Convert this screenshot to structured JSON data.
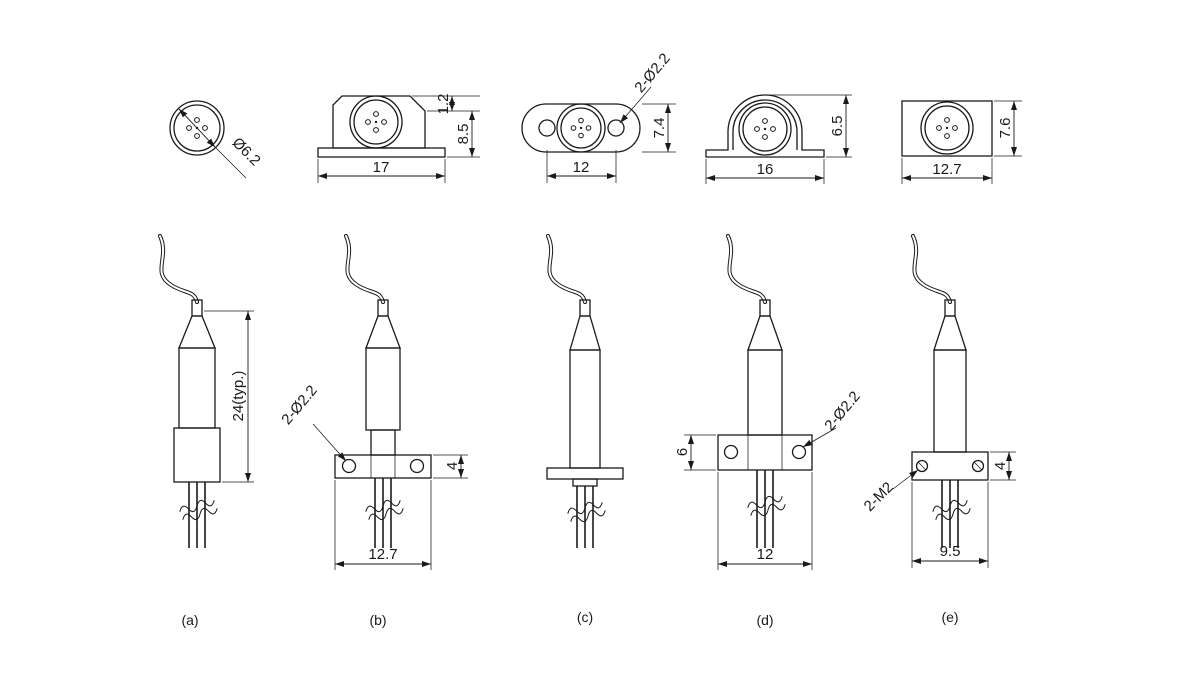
{
  "drawing": {
    "views": {
      "a": {
        "caption": "(a)",
        "top": {
          "diameter": "Ø6.2"
        },
        "side": {
          "height": "24(typ.)"
        }
      },
      "b": {
        "caption": "(b)",
        "top": {
          "width": "17",
          "height": "8.5",
          "step": "1.2"
        },
        "side": {
          "holes": "2-Ø2.2",
          "flange_thickness": "4",
          "width": "12.7"
        }
      },
      "c": {
        "caption": "(c)",
        "top": {
          "holes": "2-Ø2.2",
          "height": "7.4",
          "width": "12"
        }
      },
      "d": {
        "caption": "(d)",
        "top": {
          "height": "6.5",
          "width": "16"
        },
        "side": {
          "flange_height": "6",
          "holes": "2-Ø2.2",
          "width": "12"
        }
      },
      "e": {
        "caption": "(e)",
        "top": {
          "height": "7.6",
          "width": "12.7"
        },
        "side": {
          "screws": "2-M2",
          "flange_thickness": "4",
          "width": "9.5"
        }
      }
    }
  }
}
